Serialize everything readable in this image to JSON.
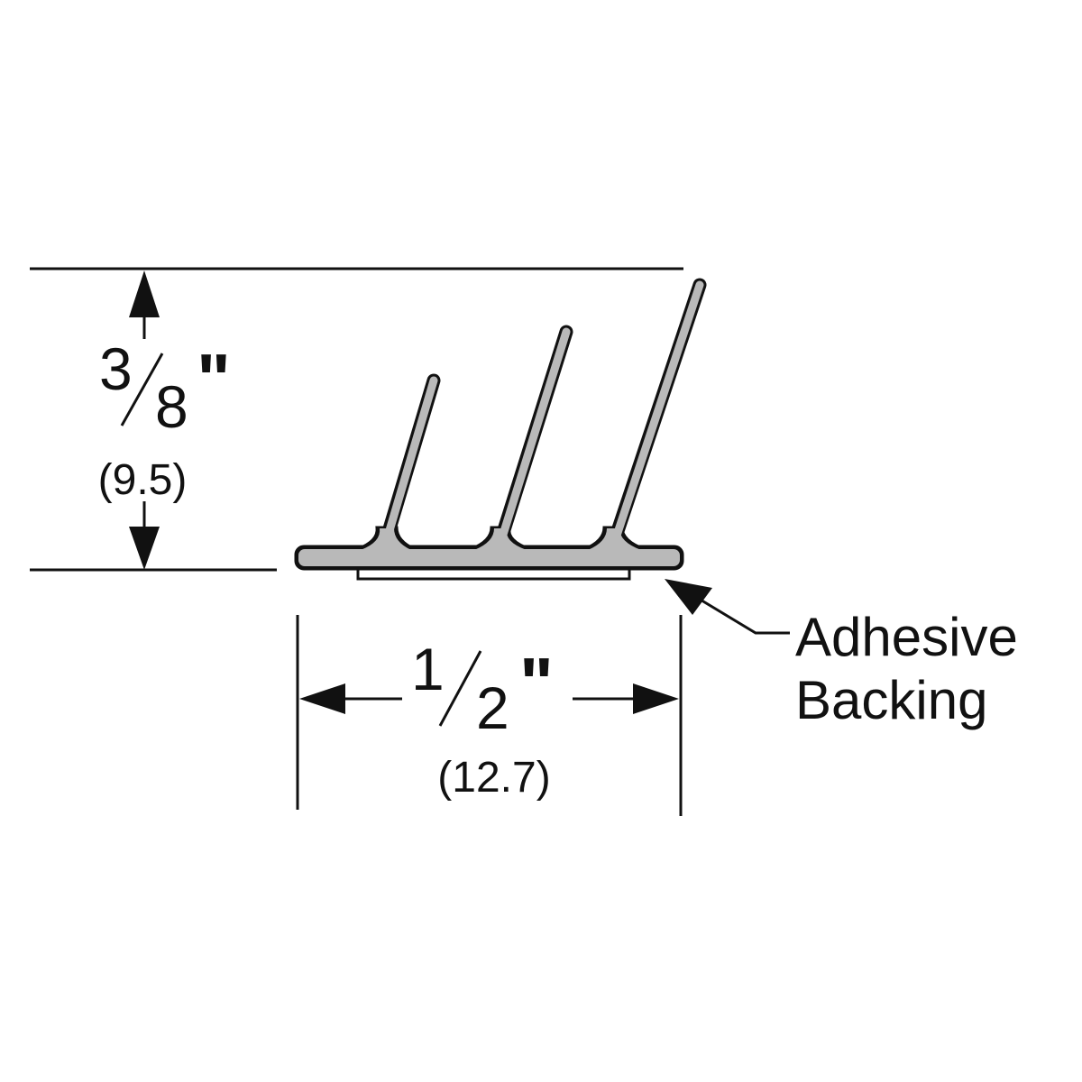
{
  "height_dim": {
    "numerator": "3",
    "denominator": "8",
    "unit": "\"",
    "metric": "(9.5)"
  },
  "width_dim": {
    "numerator": "1",
    "denominator": "2",
    "unit": "\"",
    "metric": "(12.7)"
  },
  "callout": {
    "line1": "Adhesive",
    "line2": "Backing"
  },
  "colors": {
    "profile_fill": "#b9b9b9",
    "outline": "#111111",
    "backing_fill": "#ffffff"
  }
}
